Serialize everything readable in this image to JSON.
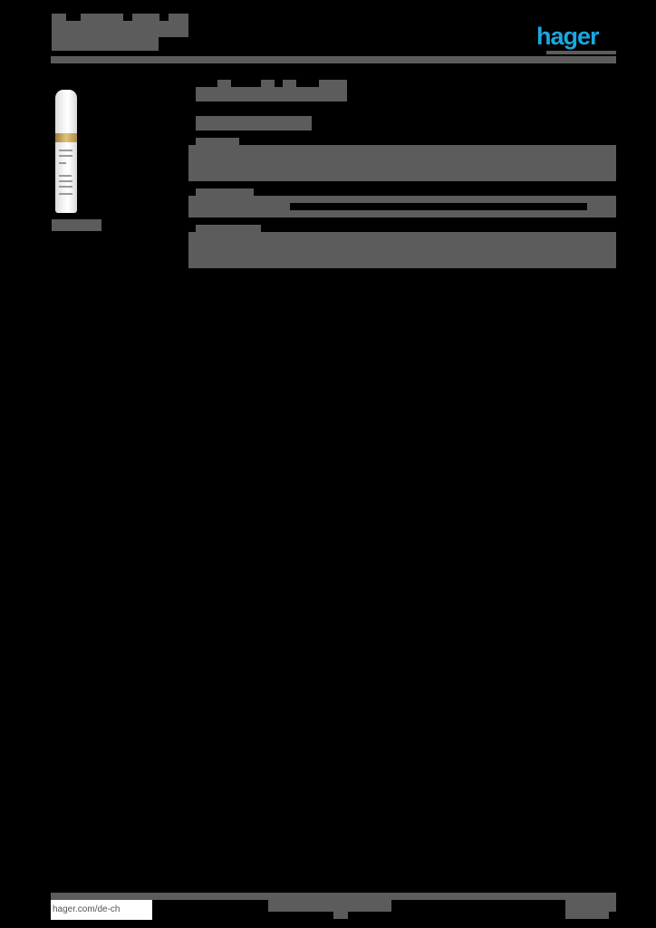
{
  "header": {
    "brand_logo": "hager",
    "brand_color": "#1aa7e0"
  },
  "product": {
    "image_alt": "spray-can"
  },
  "footer": {
    "url": "hager.com/de-ch"
  },
  "colors": {
    "redaction_gray": "#5b5c5b",
    "background": "#000000"
  }
}
